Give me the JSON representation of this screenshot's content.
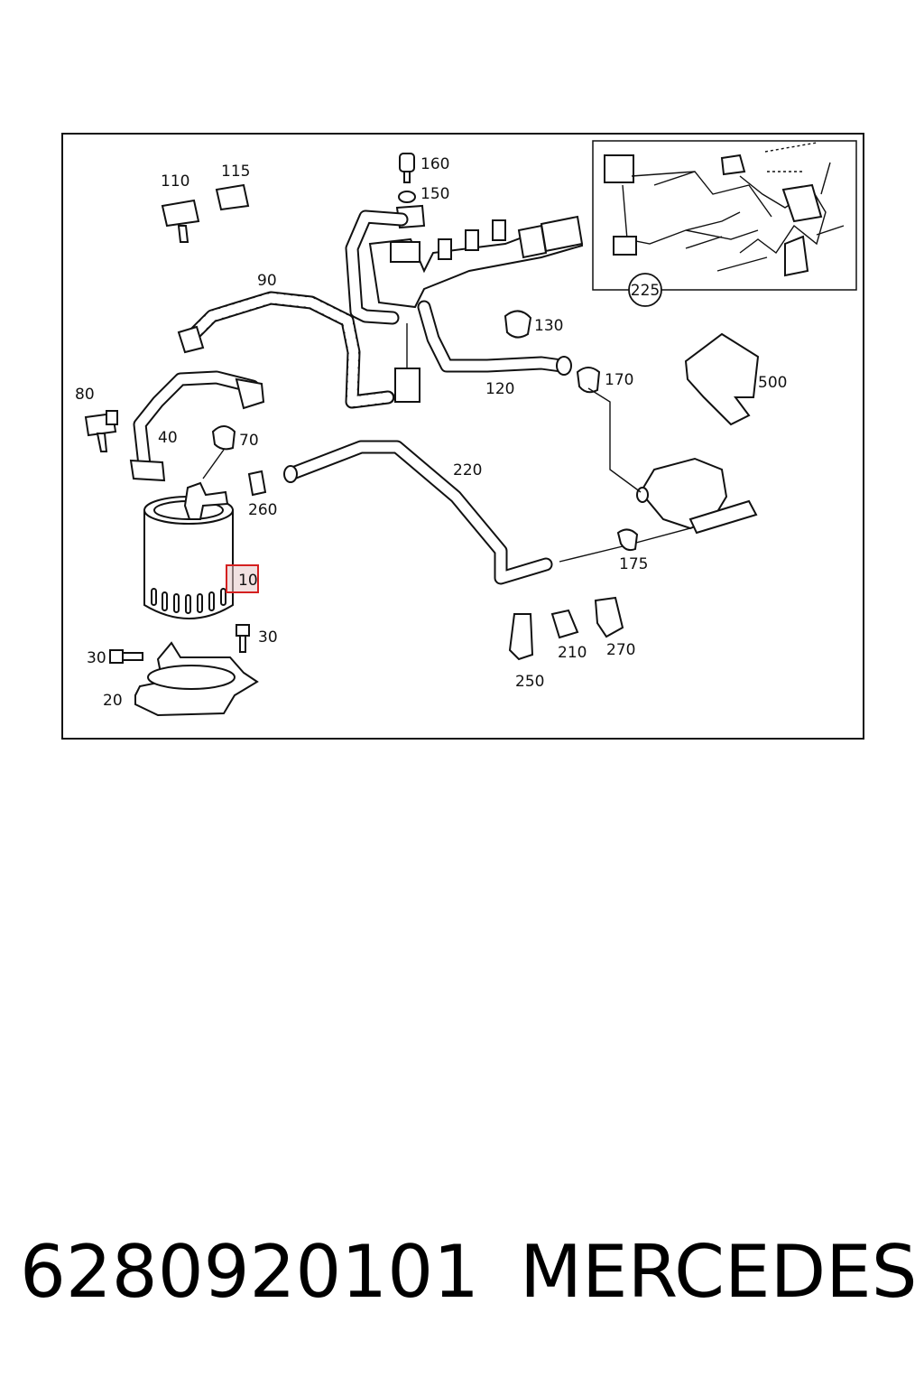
{
  "diagram": {
    "highlighted_label": "10",
    "callouts": [
      "160",
      "150",
      "110",
      "115",
      "90",
      "130",
      "170",
      "120",
      "500",
      "80",
      "40",
      "70",
      "260",
      "220",
      "225",
      "175",
      "30",
      "30",
      "20",
      "250",
      "210",
      "270"
    ]
  },
  "footer": {
    "part_number": "6280920101",
    "brand": "MERCEDES"
  }
}
